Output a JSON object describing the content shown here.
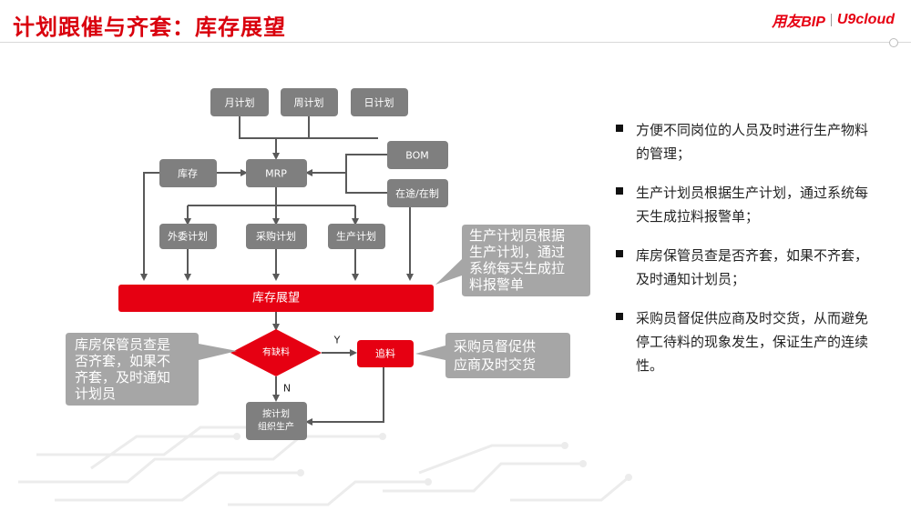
{
  "header": {
    "title": "计划跟催与齐套：库存展望",
    "logo_brand": "用友BIP",
    "logo_product": "U9cloud"
  },
  "flow": {
    "monthly_plan": "月计划",
    "weekly_plan": "周计划",
    "daily_plan": "日计划",
    "inventory": "库存",
    "mrp": "MRP",
    "bom": "BOM",
    "in_transit": "在途/在制",
    "outsourcing_plan": "外委计划",
    "purchase_plan": "采购计划",
    "production_plan": "生产计划",
    "inventory_outlook": "库存展望",
    "shortage_decision": "有缺料",
    "chase_material": "追料",
    "organize_production": [
      "按计划",
      "组织生产"
    ],
    "yes_label": "Y",
    "no_label": "N"
  },
  "callouts": {
    "planner": [
      "生产计划员根据",
      "生产计划，通过",
      "系统每天生成拉",
      "料报警单"
    ],
    "warehouse": [
      "库房保管员查是",
      "否齐套，如果不",
      "齐套，及时通知",
      "计划员"
    ],
    "buyer": [
      "采购员督促供",
      "应商及时交货"
    ]
  },
  "bullets": [
    "方便不同岗位的人员及时进行生产物料的管理；",
    "生产计划员根据生产计划，通过系统每天生成拉料报警单；",
    "库房保管员查是否齐套，如果不齐套，及时通知计划员；",
    "采购员督促供应商及时交货，从而避免停工待料的现象发生，保证生产的连续性。"
  ],
  "colors": {
    "brand_red": "#e60012",
    "node_gray": "#7f7f7f",
    "callout_gray": "#a6a6a6"
  }
}
